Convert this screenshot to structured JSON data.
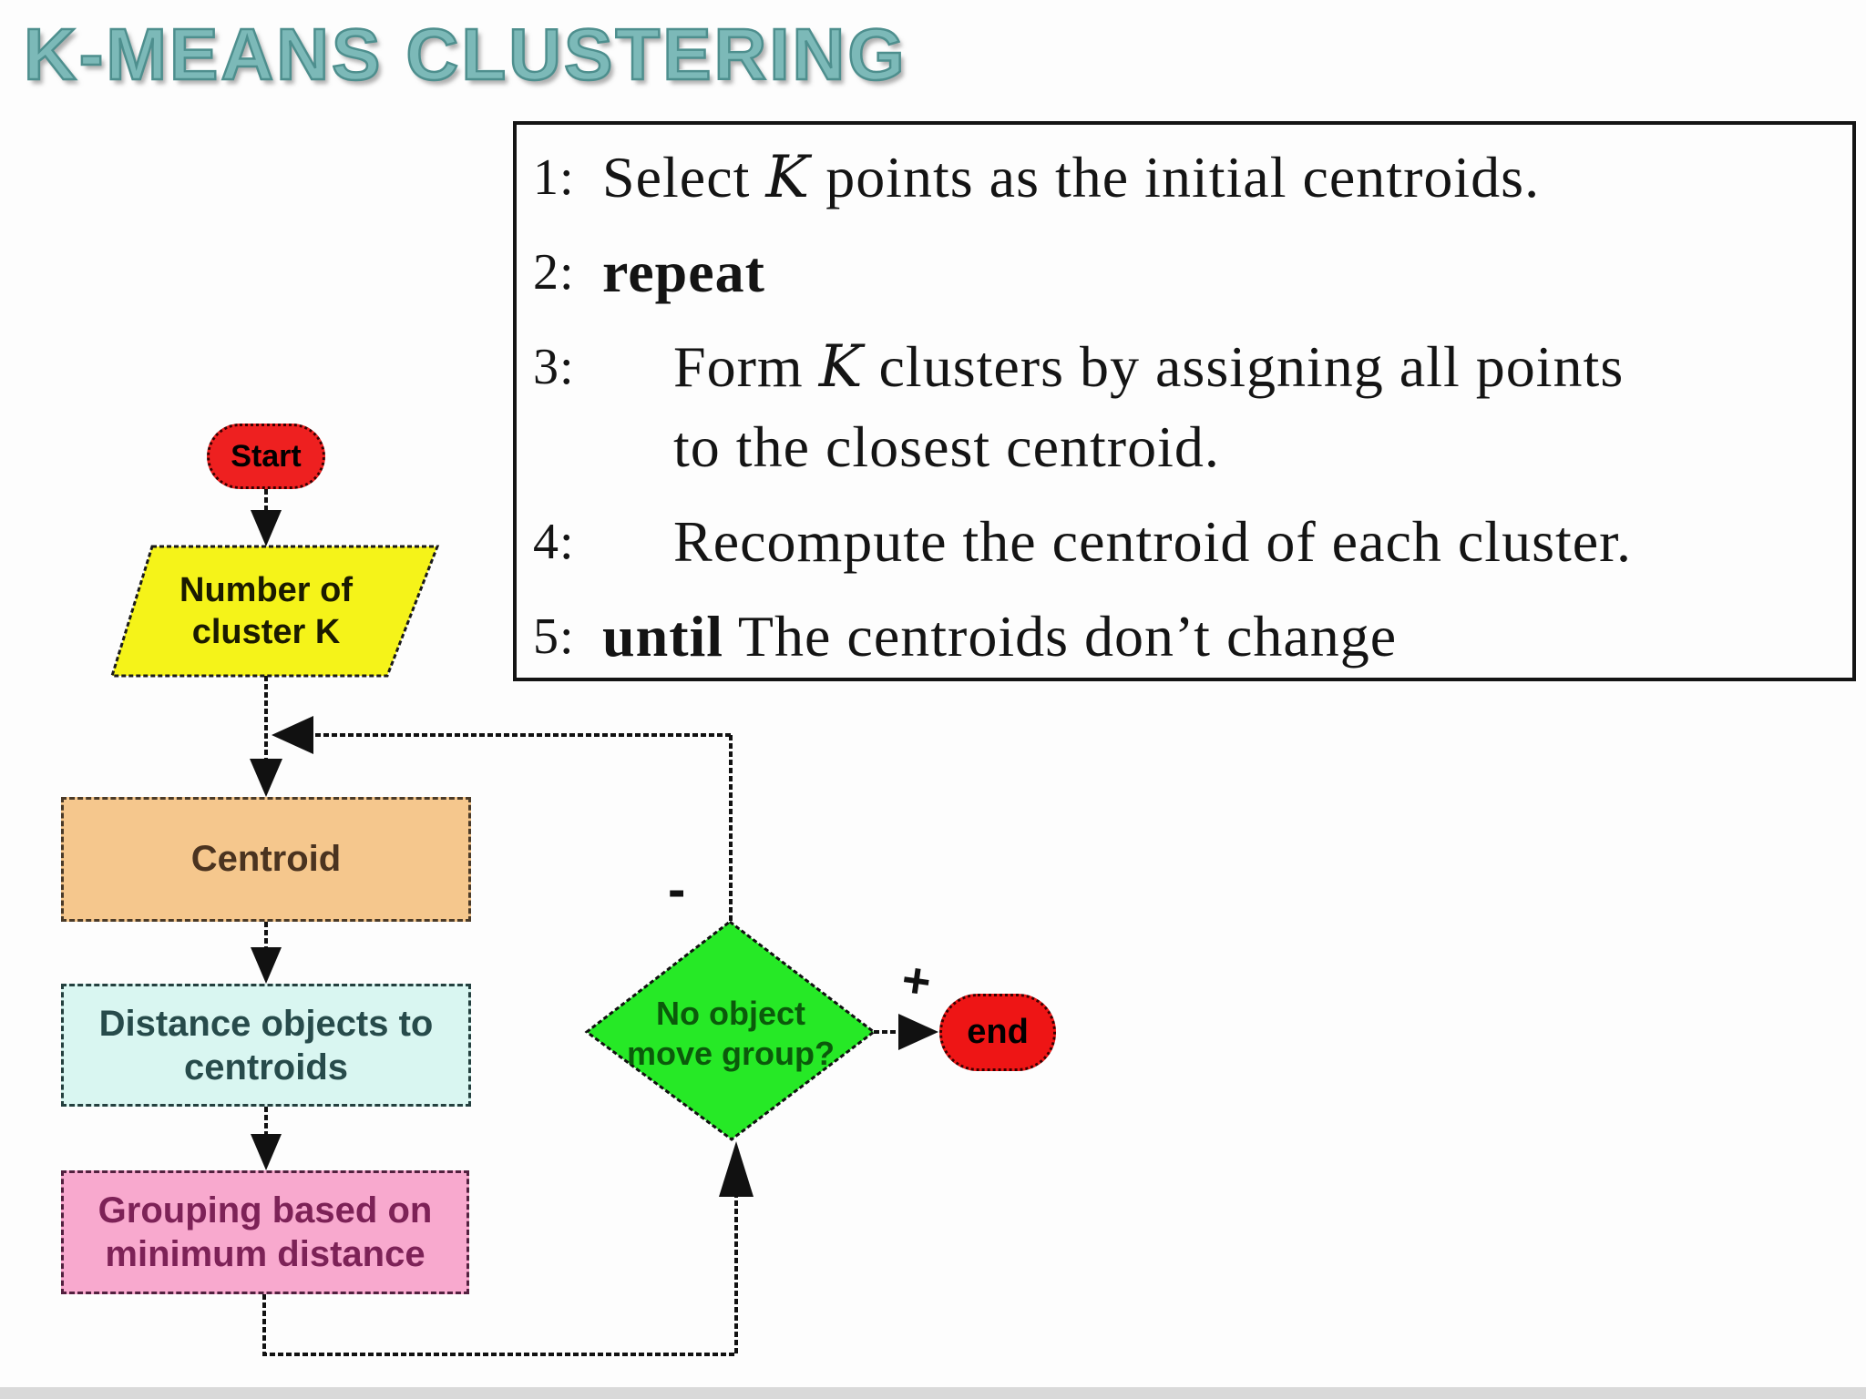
{
  "title": "K-MEANS CLUSTERING",
  "algorithm": {
    "line1": {
      "num": "1:",
      "pre": "Select ",
      "var": "K",
      "post": " points as the initial centroids."
    },
    "line2": {
      "num": "2:",
      "keyword": "repeat"
    },
    "line3": {
      "num": "3:",
      "pre": "Form ",
      "var": "K",
      "post": " clusters by assigning all points",
      "cont": "to the closest centroid."
    },
    "line4": {
      "num": "4:",
      "text": "Recompute the centroid of each cluster."
    },
    "line5": {
      "num": "5:",
      "keyword": "until",
      "text": " The centroids don’t change"
    }
  },
  "flowchart": {
    "start_label": "Start",
    "input_label": "Number of cluster K",
    "process1_label": "Centroid",
    "process2_label": "Distance objects to centroids",
    "process3_label": "Grouping based on minimum distance",
    "decision_label": "No object move group?",
    "end_label": "end",
    "edge_negative_label": "-",
    "edge_positive_label": "+"
  },
  "colors": {
    "title_teal": "#7cb9b8",
    "terminator_red": "#ee1c1c",
    "input_yellow": "#f5f319",
    "centroid_peach": "#f5c78d",
    "distance_cyan": "#d9f6f1",
    "grouping_pink": "#f8a9ce",
    "decision_green": "#26e926",
    "connector_black": "#111111"
  }
}
